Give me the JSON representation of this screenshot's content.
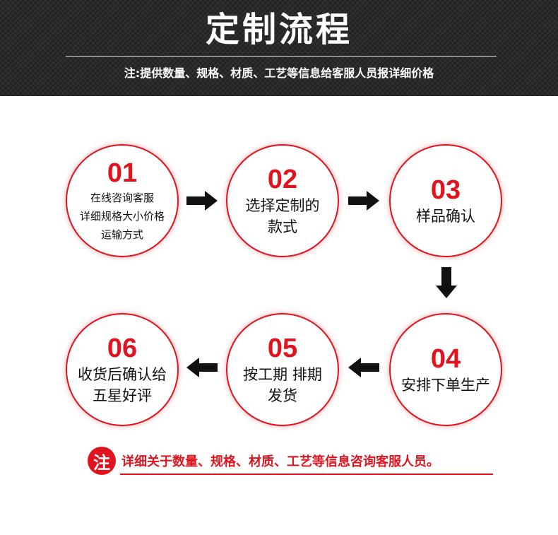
{
  "header": {
    "title": "定制流程",
    "subtitle": "注:提供数量、规格、材质、工艺等信息给客服人员报详细价格"
  },
  "steps": [
    {
      "num": "01",
      "lines": [
        "在线咨询客服",
        "详细规格大小价格",
        "运输方式"
      ]
    },
    {
      "num": "02",
      "lines": [
        "选择定制的",
        "款式"
      ]
    },
    {
      "num": "03",
      "lines": [
        "样品确认"
      ]
    },
    {
      "num": "04",
      "lines": [
        "安排下单生产"
      ]
    },
    {
      "num": "05",
      "lines": [
        "按工期 排期",
        "发货"
      ]
    },
    {
      "num": "06",
      "lines": [
        "收货后确认给",
        "五星好评"
      ]
    }
  ],
  "note": {
    "badge": "注",
    "text": "详细关于数量、规格、材质、工艺等信息咨询客服人员。"
  },
  "colors": {
    "accent": "#e0141e",
    "header_bg": "#2b2b2b",
    "arrow": "#111111"
  }
}
